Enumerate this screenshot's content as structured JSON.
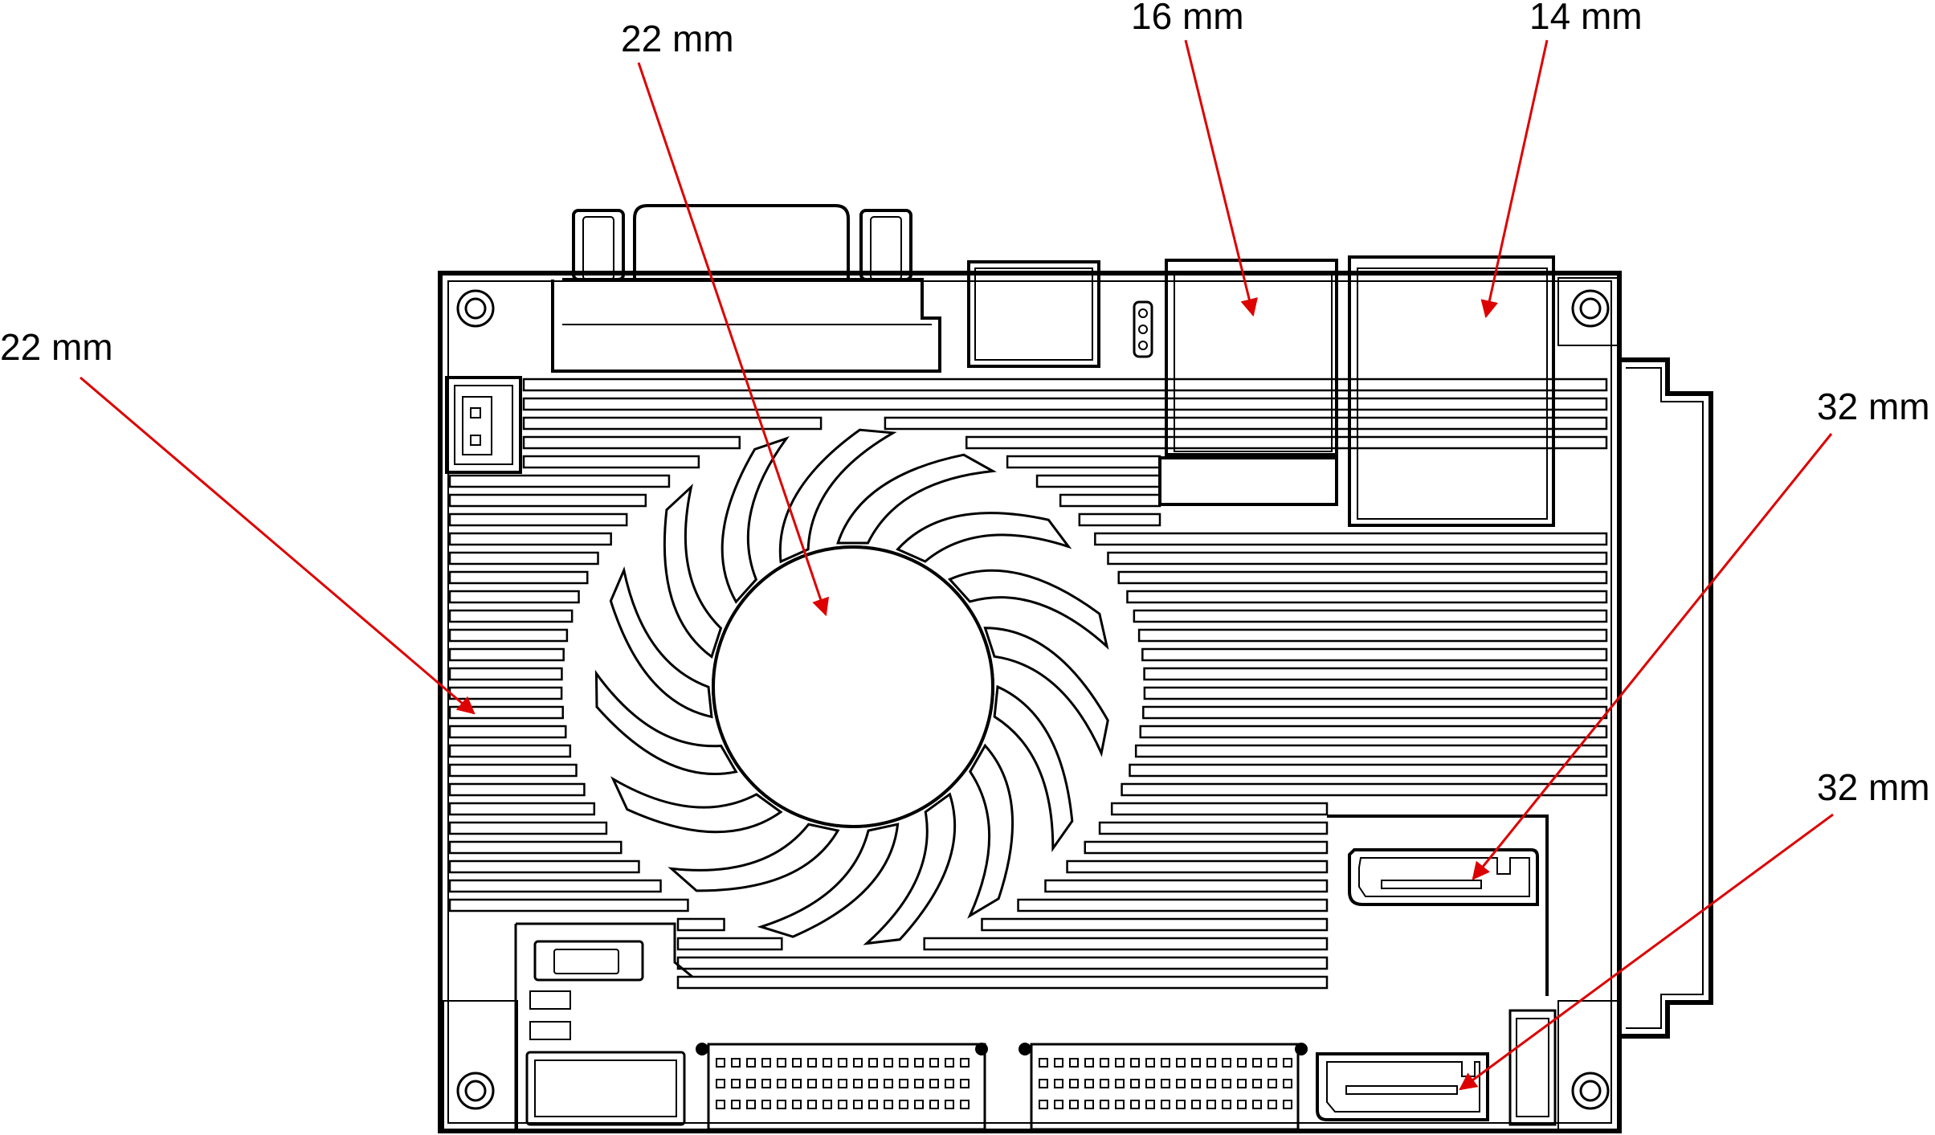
{
  "annotations": [
    {
      "id": "fan-center",
      "label": "22 mm"
    },
    {
      "id": "left-edge",
      "label": "22 mm"
    },
    {
      "id": "connector-left",
      "label": "16 mm"
    },
    {
      "id": "connector-right",
      "label": "14 mm"
    },
    {
      "id": "sata-upper",
      "label": "32 mm"
    },
    {
      "id": "sata-lower",
      "label": "32 mm"
    }
  ],
  "colors": {
    "arrow": "#dd0000",
    "outline": "#000000",
    "background": "#ffffff"
  }
}
